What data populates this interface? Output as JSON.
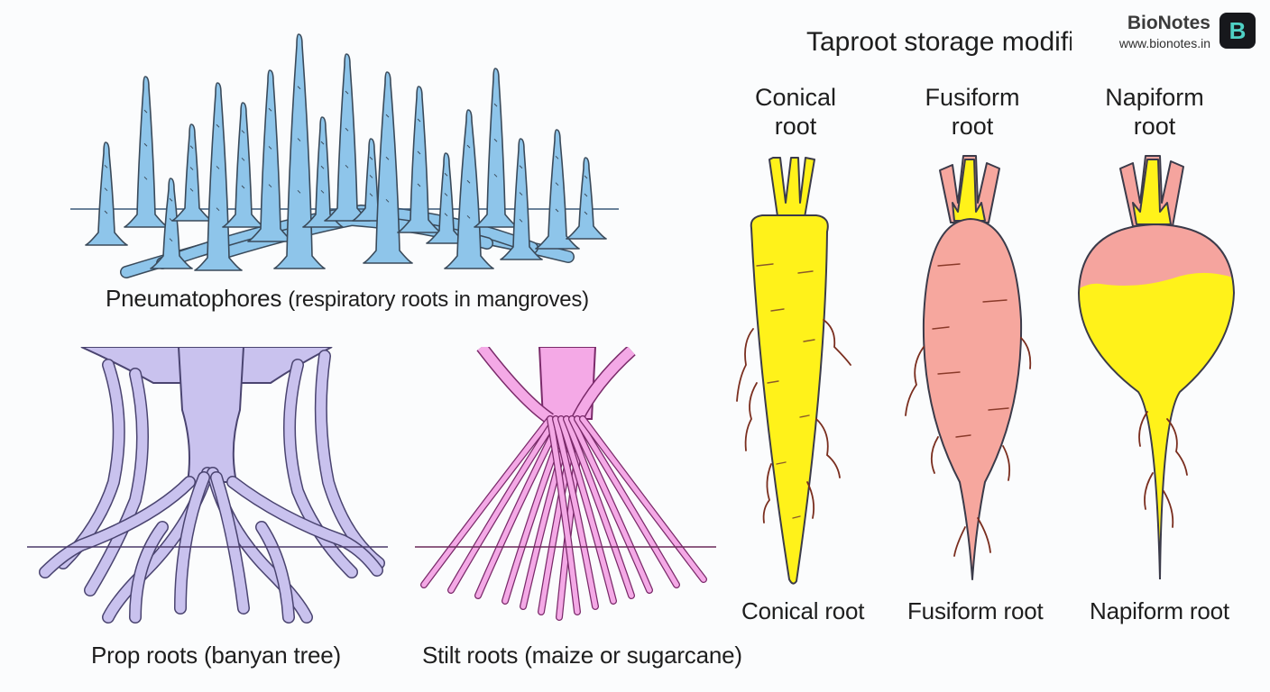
{
  "brand": {
    "name": "BioNotes",
    "url": "www.bionotes.in",
    "badge_letter": "B",
    "badge_color": "#17181c",
    "letter_color": "#4fd1c5"
  },
  "captions": {
    "pneumatophores": "Pneumatophores",
    "pneumatophores_detail": "(respiratory roots in mangroves)",
    "prop": "Prop roots (banyan tree)",
    "stilt": "Stilt roots (maize or sugarcane)"
  },
  "taproot": {
    "title": "Taproot storage modific",
    "columns": [
      {
        "title_line1": "Conical",
        "title_line2": "root",
        "caption": "Conical root"
      },
      {
        "title_line1": "Fusiform",
        "title_line2": "root",
        "caption": "Fusiform root"
      },
      {
        "title_line1": "Napiform",
        "title_line2": "root",
        "caption": "Napiform root"
      }
    ]
  },
  "colors": {
    "pneumatophore": "#8ec5ea",
    "prop": "#c9c2ee",
    "stilt": "#f4a9e6",
    "conical": "#fff21a",
    "fusiform": "#f6a79e",
    "napiform_top": "#f5a49e",
    "napiform_bottom": "#fff21a",
    "leaf": "#fff21a",
    "outline": "#3b3b4a"
  }
}
